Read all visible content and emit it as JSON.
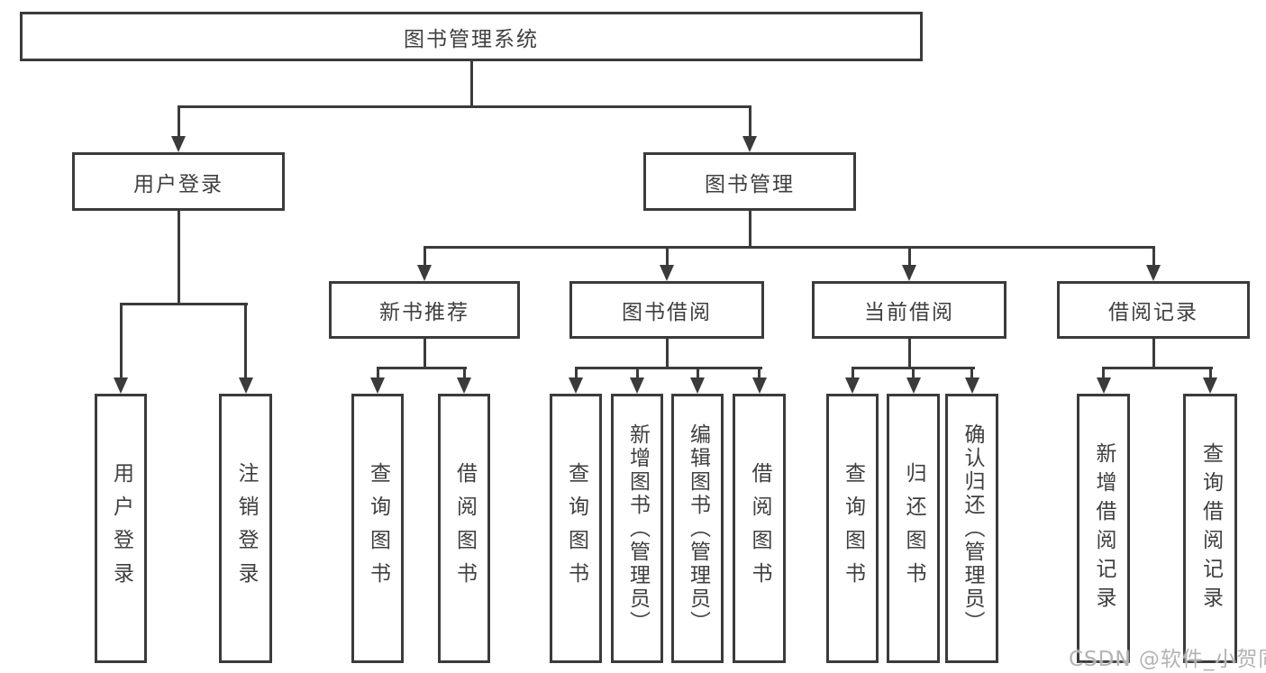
{
  "diagram_type": "hierarchy-tree",
  "colors": {
    "line": "#3b3b3b",
    "box_border": "#3b3b3b",
    "box_fill": "#ffffff",
    "text": "#3f3f3f",
    "watermark": "#b3b3b3",
    "background": "#ffffff"
  },
  "watermark": {
    "text": "CSDN @软件_小贺同学"
  },
  "tree": {
    "label": "图书管理系统",
    "children": [
      {
        "label": "用户登录",
        "children": [
          {
            "label": "用户登录"
          },
          {
            "label": "注销登录"
          }
        ]
      },
      {
        "label": "图书管理",
        "children": [
          {
            "label": "新书推荐",
            "children": [
              {
                "label": "查询图书"
              },
              {
                "label": "借阅图书"
              }
            ]
          },
          {
            "label": "图书借阅",
            "children": [
              {
                "label": "查询图书"
              },
              {
                "label": "新增图书（管理员）"
              },
              {
                "label": "编辑图书（管理员）"
              },
              {
                "label": "借阅图书"
              }
            ]
          },
          {
            "label": "当前借阅",
            "children": [
              {
                "label": "查询图书"
              },
              {
                "label": "归还图书"
              },
              {
                "label": "确认归还（管理员）"
              }
            ]
          },
          {
            "label": "借阅记录",
            "children": [
              {
                "label": "新增借阅记录"
              },
              {
                "label": "查询借阅记录"
              }
            ]
          }
        ]
      }
    ]
  }
}
